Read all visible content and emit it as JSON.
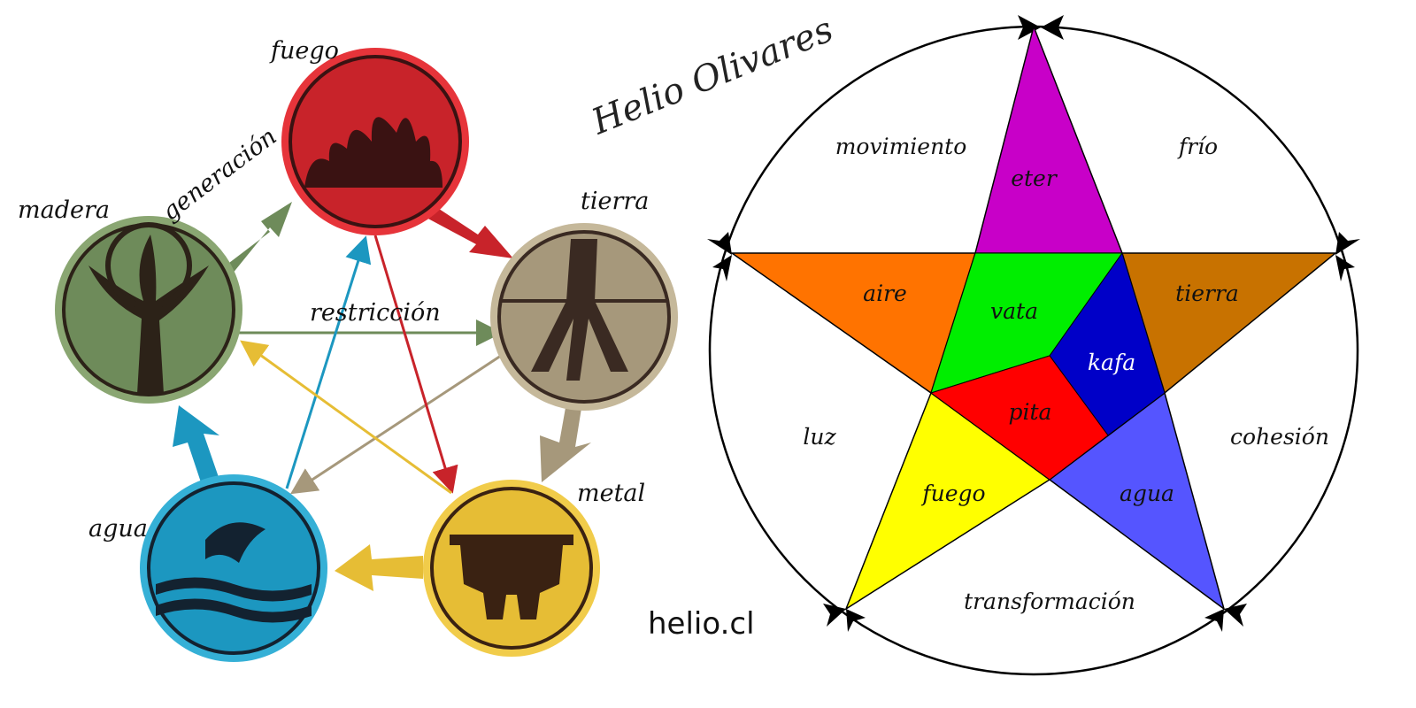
{
  "left_diagram": {
    "elements": {
      "fuego": "fuego",
      "tierra": "tierra",
      "metal": "metal",
      "agua": "agua",
      "madera": "madera"
    },
    "cycle_labels": {
      "generation": "generación",
      "restriction": "restricción"
    },
    "colors": {
      "fuego": "#c8232a",
      "tierra": "#a6987b",
      "metal": "#e6bd35",
      "agua": "#1c97c0",
      "madera": "#6e8b5a"
    }
  },
  "signature": "Helio Olivares",
  "website": "helio.cl",
  "right_diagram": {
    "outer_labels": {
      "top_left": "movimiento",
      "top_right": "frío",
      "left": "luz",
      "right": "cohesión",
      "bottom": "transformación"
    },
    "points": {
      "top": "eter",
      "left": "aire",
      "right": "tierra",
      "bottom_left": "fuego",
      "bottom_right": "agua"
    },
    "center": {
      "upper_left": "vata",
      "right": "kafa",
      "bottom": "pita"
    },
    "colors": {
      "eter": "#c800c8",
      "aire": "#ff7300",
      "tierra": "#c87200",
      "fuego": "#ffff00",
      "agua": "#5555ff",
      "vata": "#00ee00",
      "kafa": "#0000c8",
      "pita": "#ff0000"
    }
  }
}
